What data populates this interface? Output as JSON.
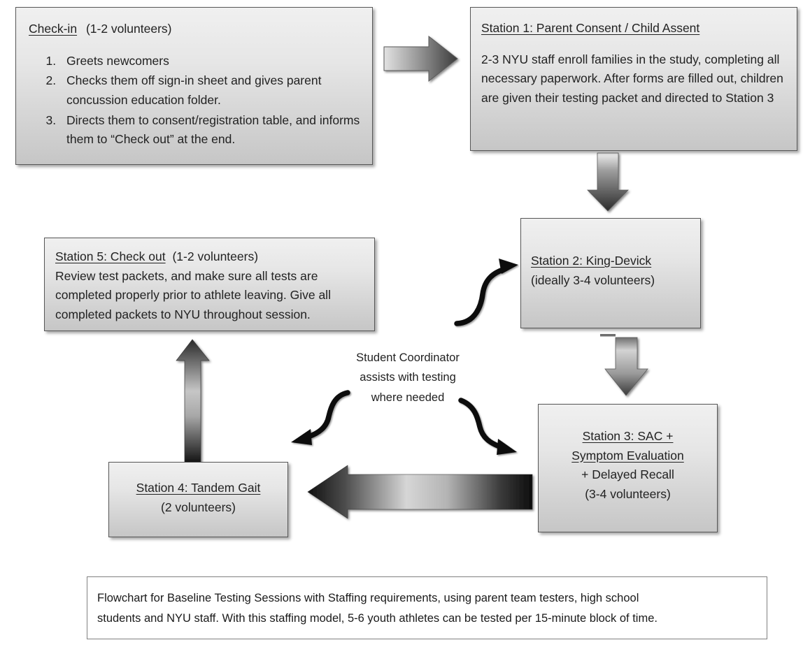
{
  "diagram": {
    "title_caption": "Flowchart for Baseline Testing Sessions with Staffing requirements, using parent team testers, high school students and NYU staff.  With this staffing model, 5-6 youth athletes can be tested per 15-minute block of time.",
    "caption_line1": "Flowchart for Baseline Testing Sessions with Staffing requirements, using parent team testers, high school",
    "caption_line2": "students and NYU staff.  With this staffing model, 5-6 youth athletes can be tested per 15-minute block of time."
  },
  "checkin": {
    "heading": "Check-in",
    "heading_suffix": "(1-2 volunteers)",
    "steps": [
      "Greets newcomers",
      "Checks them off sign-in sheet and gives parent concussion education folder.",
      "Directs them to consent/registration table, and informs them to “Check out” at the end."
    ]
  },
  "station1": {
    "heading": "Station 1: Parent Consent / Child Assent",
    "body": "2-3 NYU staff enroll families in the study, completing all necessary paperwork. After forms are filled out, children are given their testing packet and directed to Station 3"
  },
  "station2": {
    "heading": "Station 2: King-Devick",
    "subheading": "(ideally 3-4 volunteers)"
  },
  "station3": {
    "heading_line1": "Station 3: SAC +",
    "heading_line2": "Symptom Evaluation",
    "line3": "+ Delayed Recall",
    "line4": "(3-4 volunteers)"
  },
  "station4": {
    "heading": "Station 4: Tandem Gait",
    "subheading": "(2 volunteers)"
  },
  "station5": {
    "heading": "Station 5: Check out",
    "heading_suffix": "(1-2 volunteers)",
    "body": "Review test packets, and make sure all tests are completed properly prior to athlete leaving.  Give all completed packets to NYU throughout session."
  },
  "annotation": {
    "line1": "Student Coordinator",
    "line2": "assists with testing",
    "line3": "where needed"
  },
  "arrows": {
    "checkin_to_station1": "right-block-arrow",
    "station1_to_station2": "down-block-arrow",
    "station2_to_station3": "down-block-arrow",
    "station3_to_station4": "left-block-arrow",
    "station4_to_station5": "up-block-arrow",
    "coordinator_to_station2": "curved-arrow-up-right",
    "coordinator_to_station4": "curved-arrow-down-left",
    "coordinator_to_station3": "curved-arrow-down-right"
  },
  "colors": {
    "box_border": "#575757",
    "box_fill_top": "#f0f0f0",
    "box_fill_bottom": "#c6c6c6",
    "arrow_dark": "#1b1b1b",
    "arrow_light": "#d8d8d8",
    "caption_border": "#808080",
    "text": "#222222",
    "page_background": "#ffffff"
  }
}
